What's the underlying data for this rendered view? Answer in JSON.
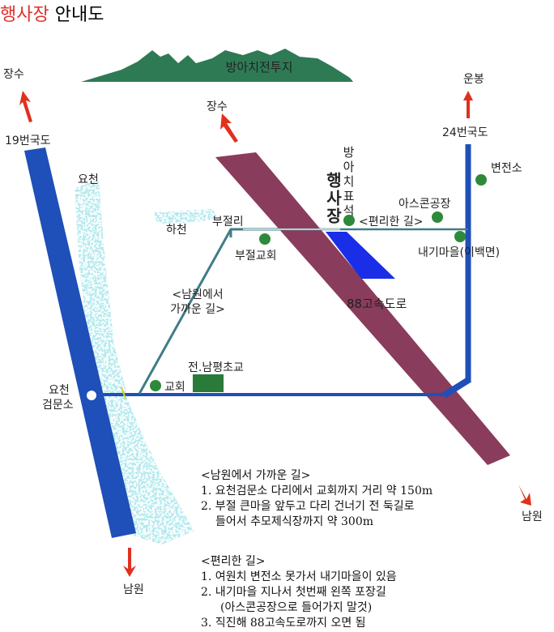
{
  "title": {
    "highlight": "행사장",
    "rest": "안내도"
  },
  "mountain_label": "방아치전투지",
  "places": {
    "jangsu_left": "장수",
    "route19": "19번국도",
    "jangsu_mid": "장수",
    "unbong": "운봉",
    "route24": "24번국도",
    "substation": "변전소",
    "yocheon_river": "요천",
    "hacheon": "하천",
    "bujeolli": "부절리",
    "bujeol_church": "부절교회",
    "monument": "방아치표석",
    "venue": "행사장",
    "asscon_factory": "아스콘공장",
    "convenient_road": "<편리한 길>",
    "naegi_village": "내기마을(이백면)",
    "nearby_road_line1": "<남원에서",
    "nearby_road_line2": "가까운 길>",
    "expressway": "88고속도로",
    "namgyeong_school": "전.남평초교",
    "church": "교회",
    "checkpoint_line1": "요천",
    "checkpoint_line2": "검문소",
    "namwon_right": "남원",
    "namwon_bottom": "남원"
  },
  "notes_nearby": {
    "heading": "<남원에서 가까운 길>",
    "line1": "1. 요천검문소 다리에서 교회까지 거리 약 150m",
    "line2": "2. 부절 큰마을 앞두고 다리 건너기 전 둑길로",
    "line3": "들어서 추모제식장까지 약 300m"
  },
  "notes_convenient": {
    "heading": "<편리한 길>",
    "line1": "1. 여원치 변전소 못가서 내기마을이 있음",
    "line2": "2. 내기마을 지나서 첫번째 왼쪽 포장길",
    "line3": "(아스콘공장으로 들어가지 말것)",
    "line4": "3. 직진해 88고속도로까지 오면 됨"
  },
  "colors": {
    "route19": "#1f4fb8",
    "route24": "#1f4fb8",
    "expressway": "#8a3c5c",
    "local_roads": "#3f7d86",
    "river": "#72d2d8",
    "mountain": "#2e7a55",
    "landmark_dot": "#2e8a3a",
    "venue_block": "#1a2ee8",
    "school_block": "#2a7a3a",
    "highlight_red": "#e0302a",
    "arrow_red": "#e0301e"
  }
}
